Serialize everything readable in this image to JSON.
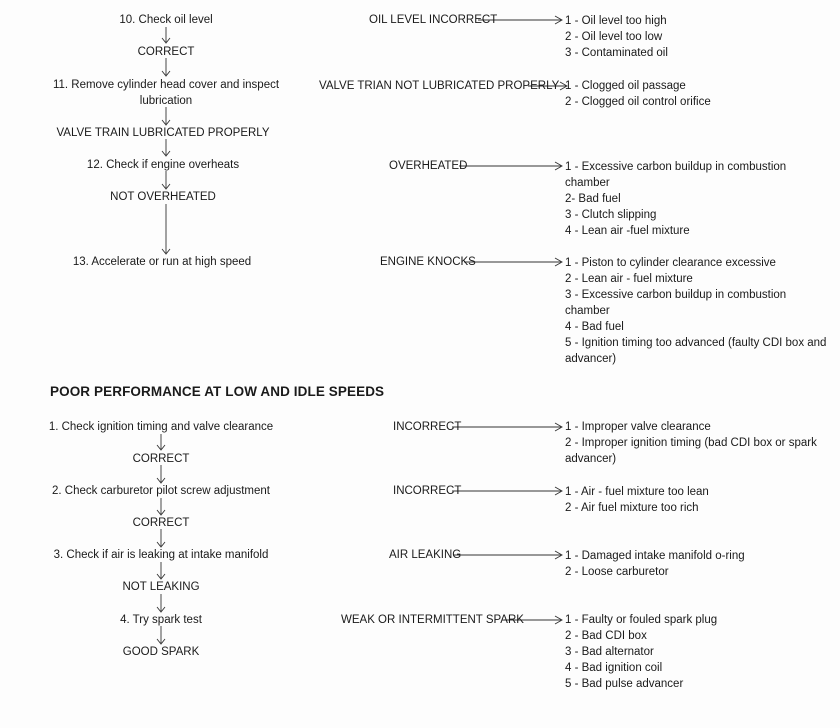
{
  "section1": {
    "steps": {
      "s10": "10. Check oil level",
      "correct_a": "CORRECT",
      "s11_l1": "11. Remove cylinder head cover and inspect",
      "s11_l2": "lubrication",
      "valve_ok": "VALVE TRAIN LUBRICATED PROPERLY",
      "s12": "12. Check if engine overheats",
      "not_overheated": "NOT OVERHEATED",
      "s13": "13. Accelerate or run at high speed"
    },
    "conditions": {
      "oil": "OIL LEVEL INCORRECT",
      "valve": "VALVE TRIAN NOT LUBRICATED PROPERLY",
      "overheated": "OVERHEATED",
      "knocks": "ENGINE KNOCKS"
    },
    "causes": {
      "oil": [
        "1 - Oil level too high",
        "2 - Oil level too low",
        "3 - Contaminated oil"
      ],
      "valve": [
        "1 - Clogged oil passage",
        "2 - Clogged oil control orifice"
      ],
      "overheated": [
        "1 - Excessive carbon buildup in combustion",
        "chamber",
        "2- Bad fuel",
        "3 - Clutch slipping",
        "4 - Lean air -fuel mixture"
      ],
      "knocks": [
        "1 - Piston to cylinder clearance excessive",
        "2 - Lean air - fuel mixture",
        "3 - Excessive carbon buildup in combustion",
        "chamber",
        "4 - Bad fuel",
        "5 - Ignition timing too advanced (faulty CDI box and",
        "advancer)"
      ]
    }
  },
  "section2": {
    "heading": "POOR PERFORMANCE AT LOW AND IDLE SPEEDS",
    "steps": {
      "s1": "1. Check ignition timing and valve clearance",
      "correct_b": "CORRECT",
      "s2": "2. Check carburetor pilot screw adjustment",
      "correct_c": "CORRECT",
      "s3": "3. Check if air is leaking at intake manifold",
      "not_leaking": "NOT LEAKING",
      "s4": "4. Try spark test",
      "good_spark": "GOOD SPARK"
    },
    "conditions": {
      "inc1": "INCORRECT",
      "inc2": "INCORRECT",
      "air": "AIR LEAKING",
      "spark": "WEAK OR INTERMITTENT SPARK"
    },
    "causes": {
      "inc1": [
        "1 - Improper valve clearance",
        "2 - Improper ignition timing (bad CDI box or spark",
        "advancer)"
      ],
      "inc2": [
        "1 - Air - fuel mixture too lean",
        "2 - Air fuel mixture too rich"
      ],
      "air": [
        "1 - Damaged intake manifold o-ring",
        "2 - Loose carburetor"
      ],
      "spark": [
        "1 - Faulty or fouled spark plug",
        "2 - Bad CDI box",
        "3 - Bad alternator",
        "4 - Bad ignition coil",
        "5 - Bad pulse advancer"
      ]
    }
  }
}
